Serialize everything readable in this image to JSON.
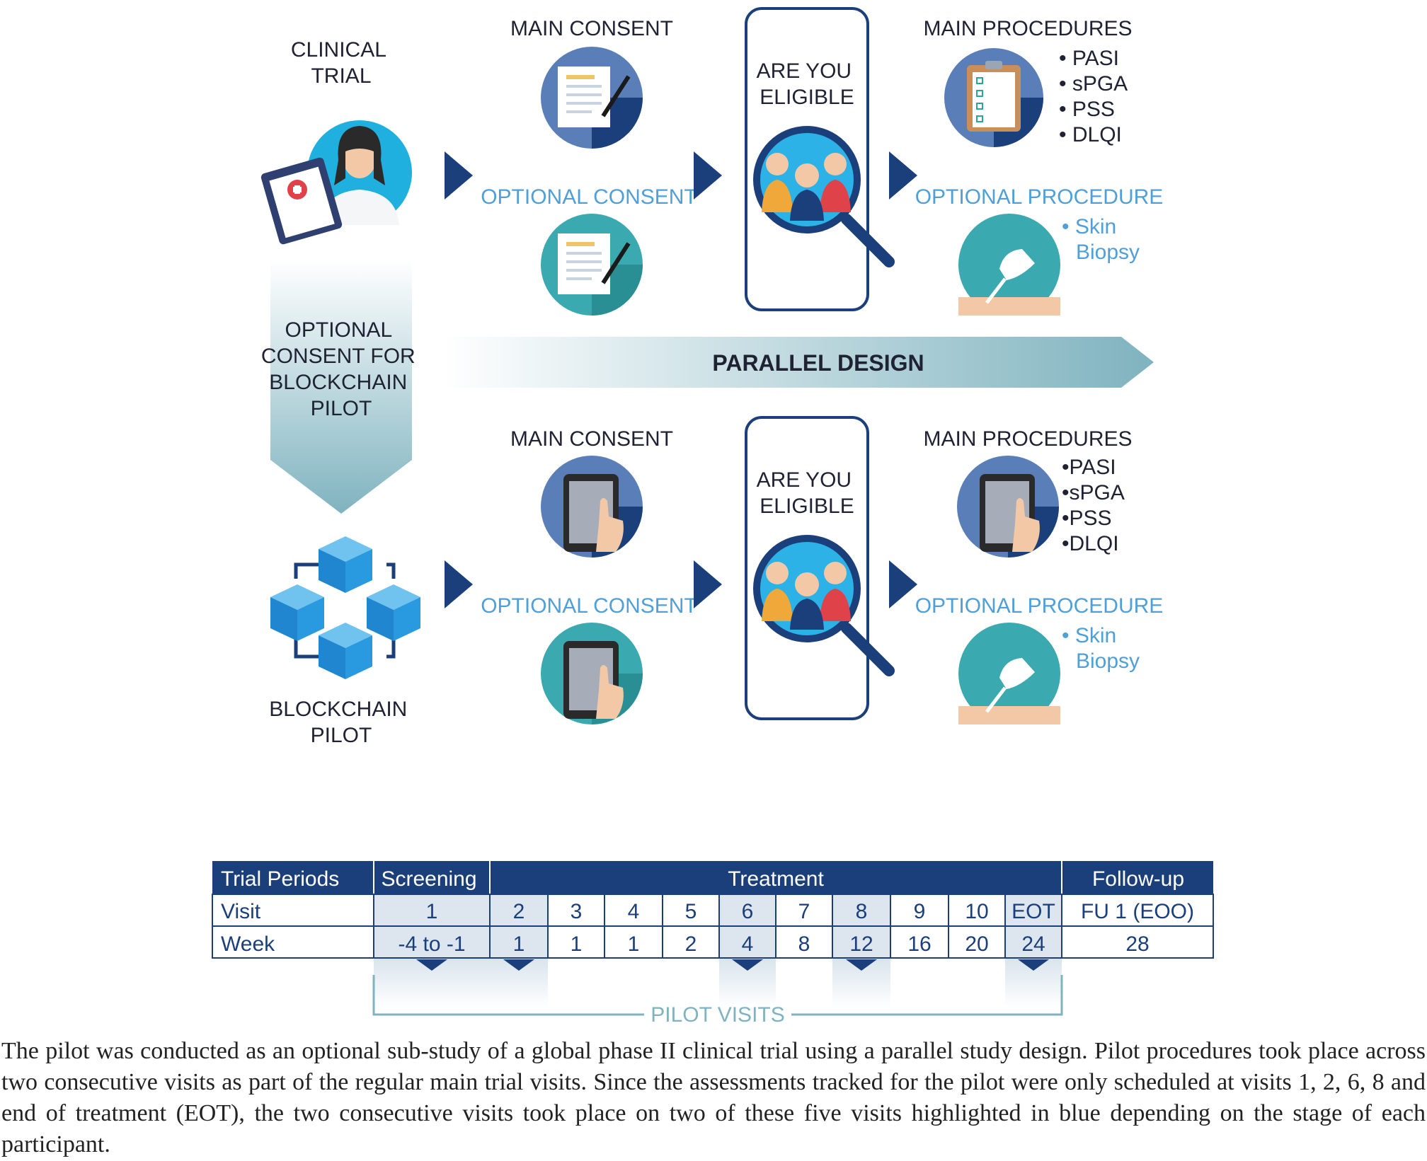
{
  "diagram": {
    "clinical_trial": [
      "CLINICAL",
      "TRIAL"
    ],
    "optional_blockchain": [
      "OPTIONAL",
      "CONSENT FOR",
      "BLOCKCHAIN",
      "PILOT"
    ],
    "blockchain_pilot": [
      "BLOCKCHAIN",
      "PILOT"
    ],
    "parallel_design": "PARALLEL DESIGN",
    "main_consent": "MAIN CONSENT",
    "optional_consent": "OPTIONAL CONSENT",
    "eligible": [
      "ARE YOU",
      "ELIGIBLE"
    ],
    "main_procedures": "MAIN PROCEDURES",
    "procedures_list": [
      "• PASI",
      "• sPGA",
      "• PSS",
      "• DLQI"
    ],
    "procedures_list_bottom": [
      "•PASI",
      "•sPGA",
      "•PSS",
      "•DLQI"
    ],
    "optional_procedure": "OPTIONAL PROCEDURE",
    "optional_procedure_items": [
      "• Skin",
      "Biopsy"
    ],
    "colors": {
      "navy": "#1b3f7a",
      "teal": "#3aaab0",
      "light_blue": "#4fa0d8"
    }
  },
  "table": {
    "header": [
      "Trial Periods",
      "Screening",
      "Treatment",
      "Follow-up"
    ],
    "visit_label": "Visit",
    "week_label": "Week",
    "visits": [
      "1",
      "2",
      "3",
      "4",
      "5",
      "6",
      "7",
      "8",
      "9",
      "10",
      "EOT",
      "FU 1 (EOO)"
    ],
    "weeks": [
      "-4 to -1",
      "1",
      "1",
      "1",
      "2",
      "4",
      "8",
      "12",
      "16",
      "20",
      "24",
      "28"
    ],
    "highlighted_visits": [
      "1",
      "2",
      "6",
      "8",
      "EOT"
    ],
    "pilot_visits_label": "PILOT VISITS"
  },
  "caption": "The pilot was conducted as an optional sub-study of a global phase II clinical trial using a parallel study design. Pilot procedures took place across two consecutive visits as part of the regular main trial visits. Since the assessments tracked for the pilot were only scheduled at visits 1, 2, 6, 8 and end of treatment (EOT), the two consecutive visits took place on two of these five visits highlighted in blue depending on the stage of each participant."
}
